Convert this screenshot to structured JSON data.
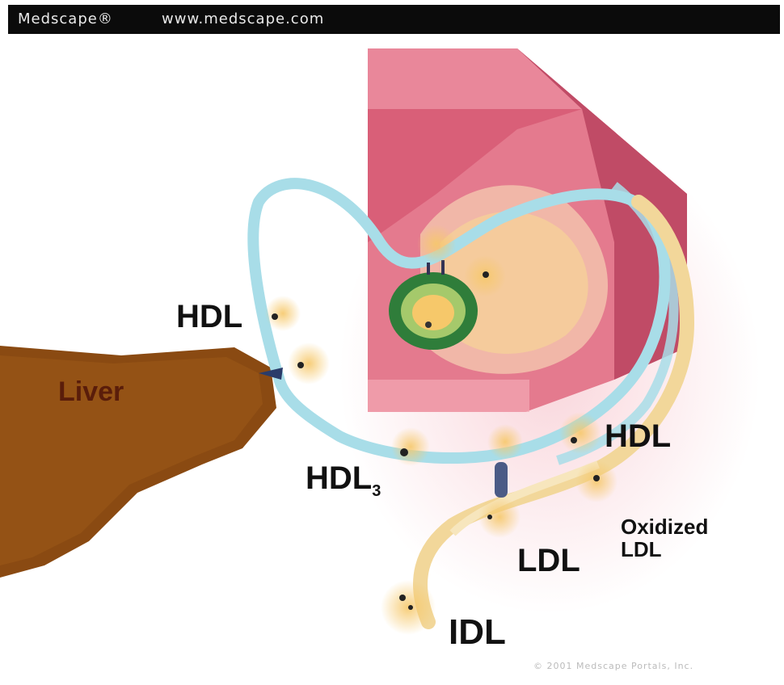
{
  "header": {
    "brand": "Medscape®",
    "url": "www.medscape.com"
  },
  "labels": {
    "liver": "Liver",
    "hdl_top": "HDL",
    "hdl_right": "HDL",
    "hdl3": "HDL",
    "hdl3_sub": "3",
    "ldl": "LDL",
    "oxidized": "Oxidized",
    "oxidized_ldl": "LDL",
    "idl": "IDL"
  },
  "footer": {
    "credit": "© 2001 Medscape Portals, Inc."
  },
  "colors": {
    "liver": "#8a4a12",
    "vessel": "#e06f86",
    "hdl_path": "#a8dde8",
    "ldl_path": "#f2d79a",
    "particle": "#f6c86a",
    "plaque_ring": "#2f7d3a"
  }
}
